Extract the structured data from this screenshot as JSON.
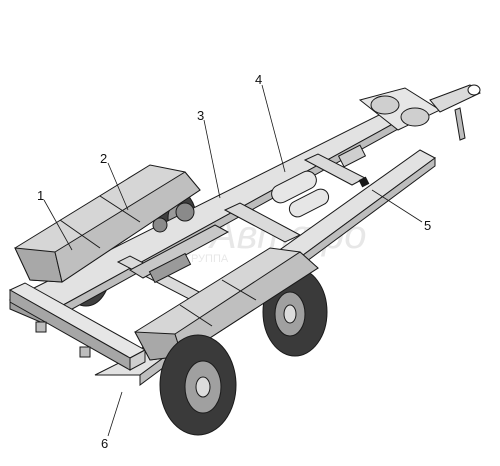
{
  "callouts": [
    {
      "id": "1",
      "label": "1"
    },
    {
      "id": "2",
      "label": "2"
    },
    {
      "id": "3",
      "label": "3"
    },
    {
      "id": "4",
      "label": "4"
    },
    {
      "id": "5",
      "label": "5"
    },
    {
      "id": "6",
      "label": "6"
    }
  ],
  "watermark": {
    "text": "Авто",
    "suffix": "про",
    "sub": "ГРУППА"
  },
  "colors": {
    "line": "#1a1a1a",
    "metal_light": "#e6e6e6",
    "metal_mid": "#bdbdbd",
    "metal_dark": "#7d7d7d",
    "tire": "#4d4d4d",
    "tire_dark": "#262626"
  }
}
